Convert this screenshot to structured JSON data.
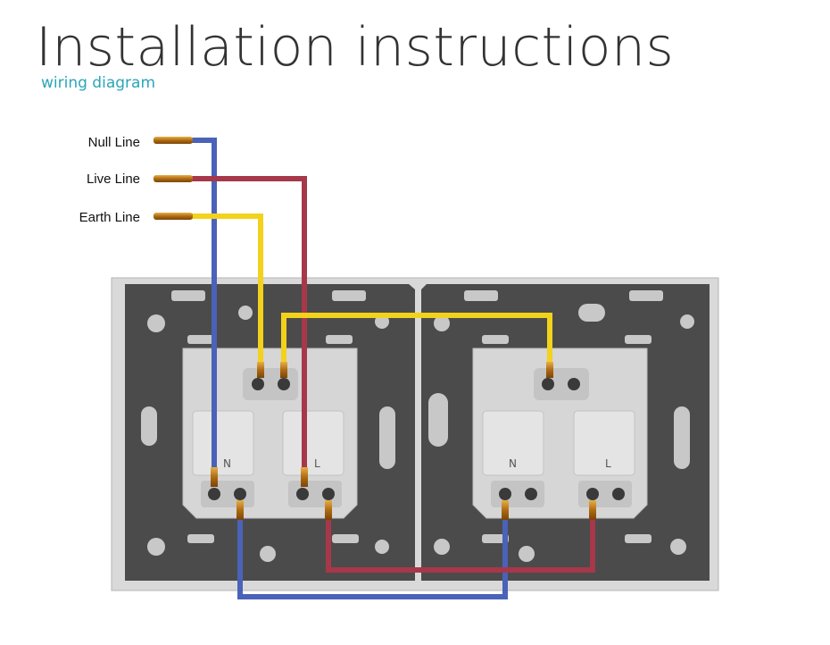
{
  "header": {
    "title": "Installation instructions",
    "subtitle": "wiring diagram"
  },
  "wires": {
    "null_label": "Null Line",
    "live_label": "Live Line",
    "earth_label": "Earth Line"
  },
  "socket_marks": {
    "neutral": "N",
    "live": "L"
  },
  "colors": {
    "null_wire": "#4a62b8",
    "live_wire": "#a6384a",
    "earth_wire": "#f2d21b",
    "frame": "#d9d9d9",
    "panel": "#4b4b4b",
    "socket_body": "#d6d6d6",
    "copper": "#c9861e"
  }
}
